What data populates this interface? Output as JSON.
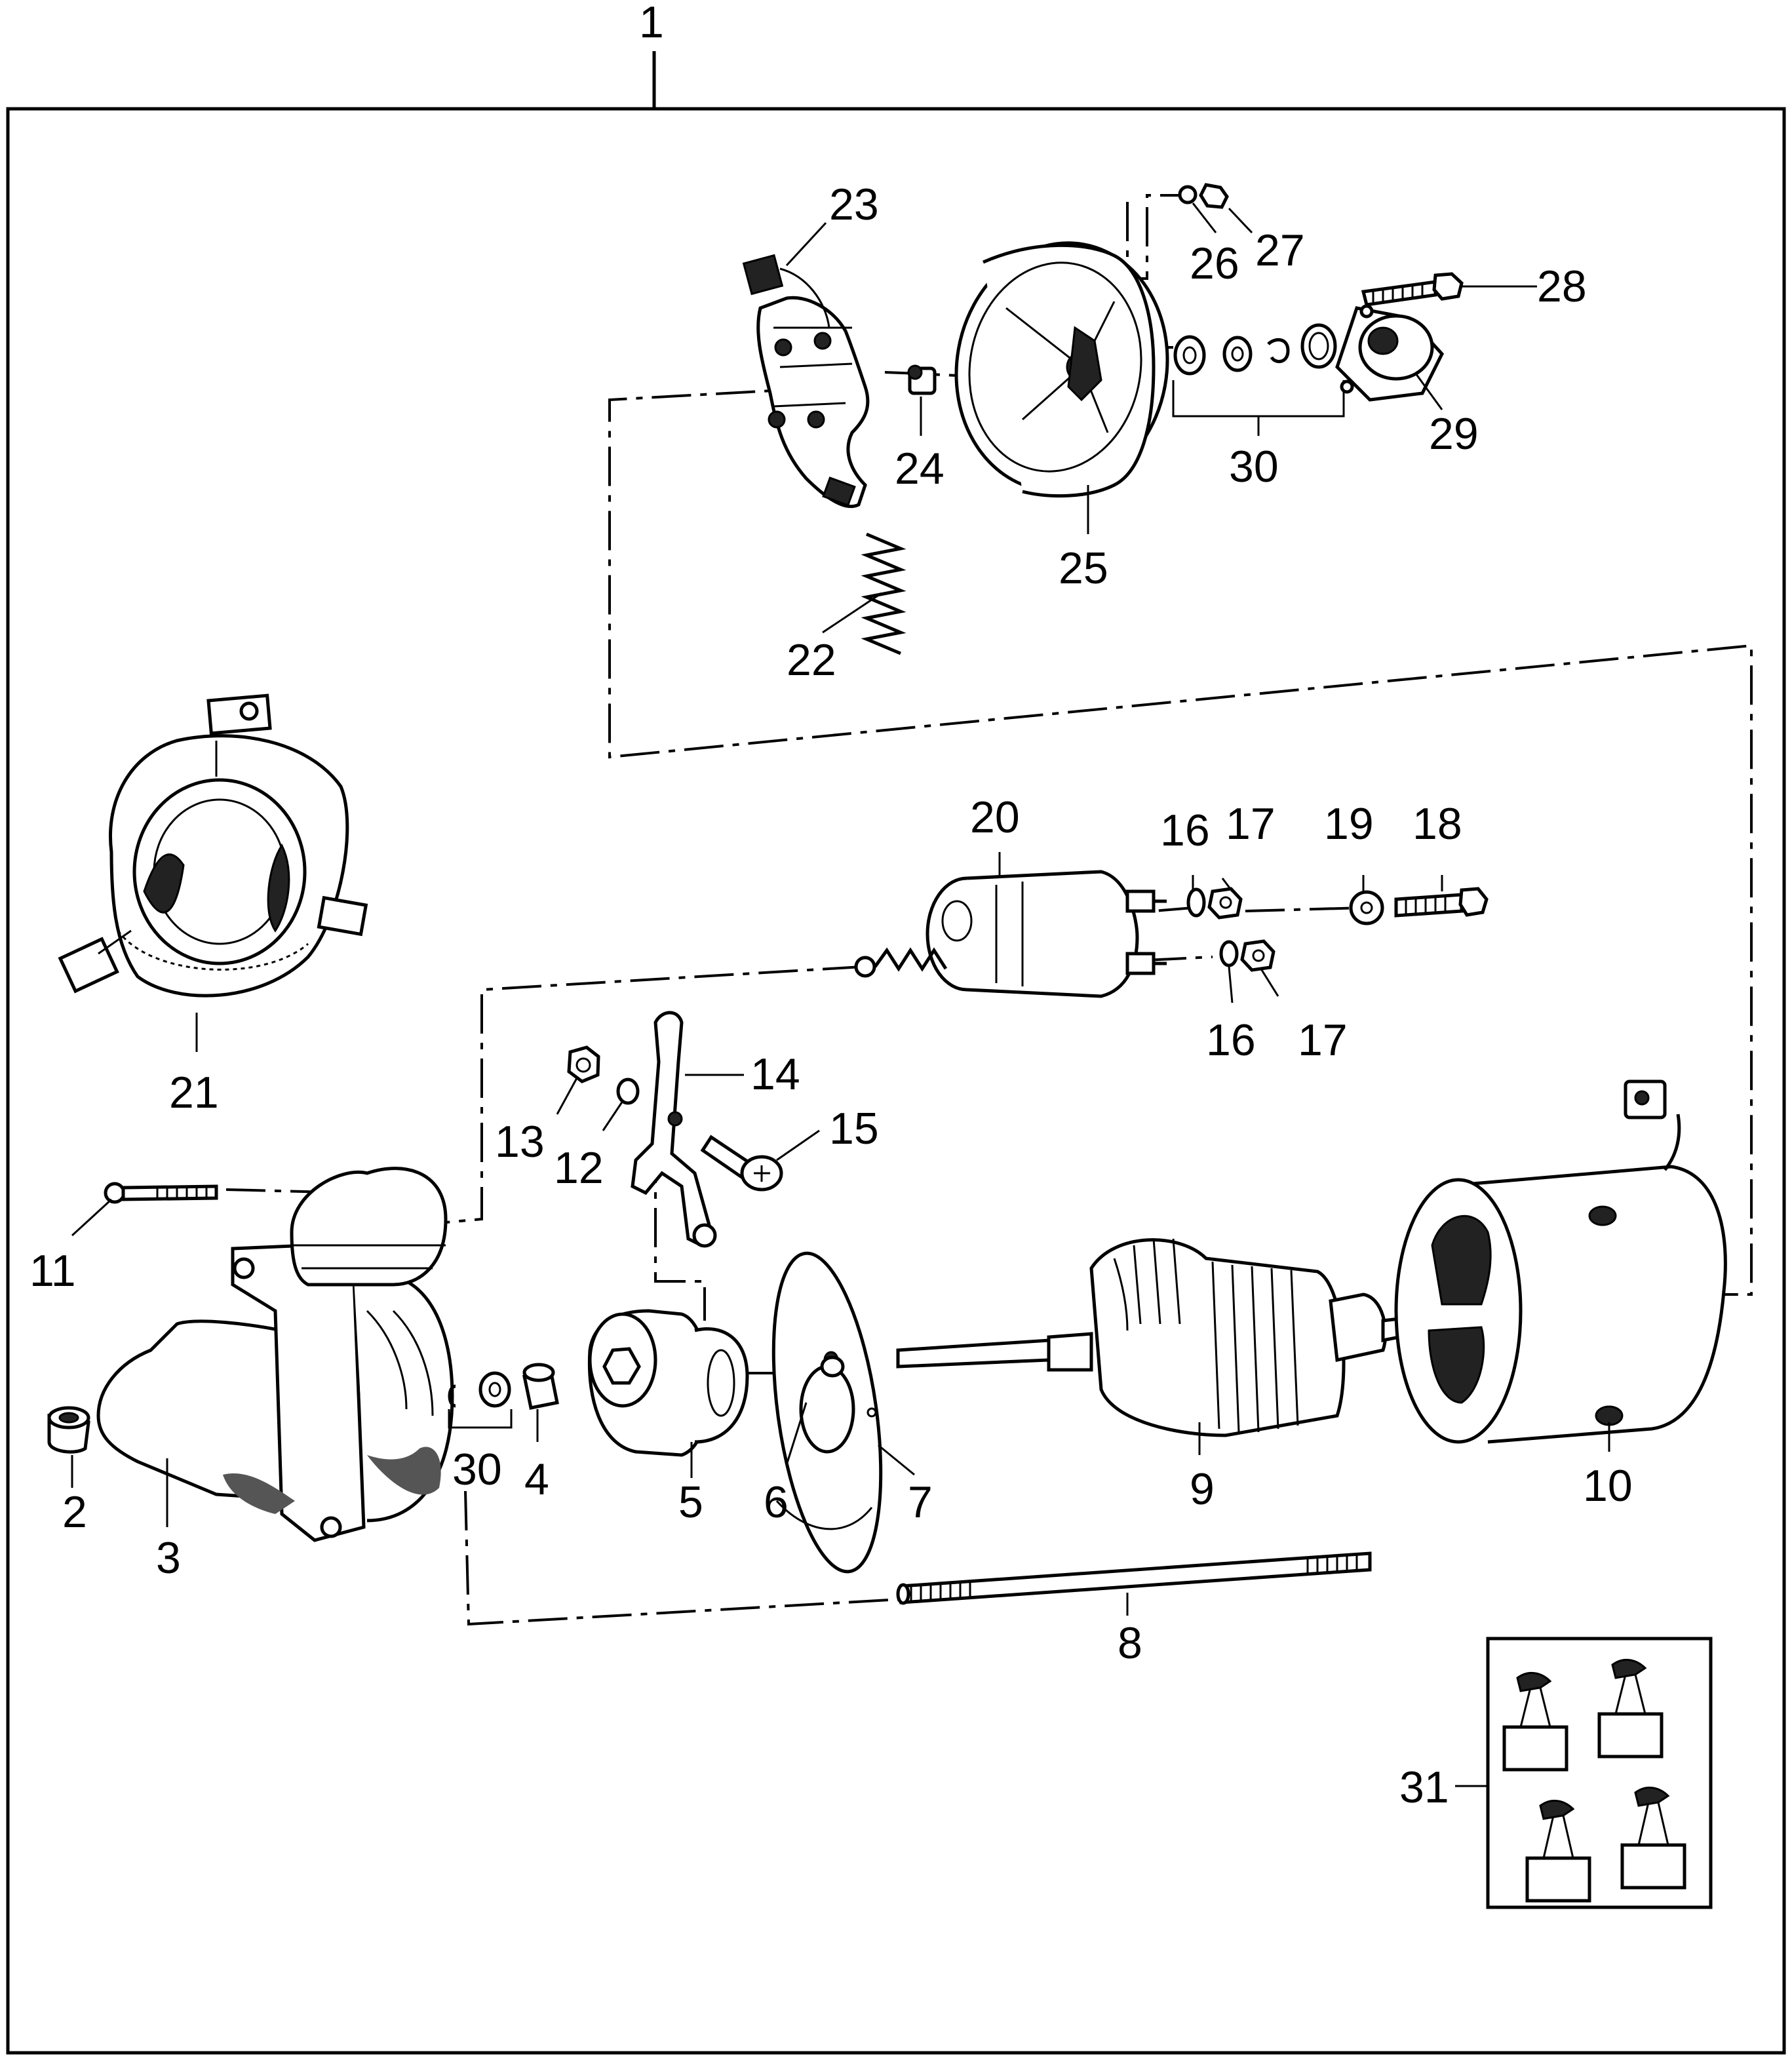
{
  "figure": {
    "callouts": [
      {
        "id": "c1",
        "label": "1"
      },
      {
        "id": "c2",
        "label": "2"
      },
      {
        "id": "c3",
        "label": "3"
      },
      {
        "id": "c4",
        "label": "4"
      },
      {
        "id": "c5",
        "label": "5"
      },
      {
        "id": "c6",
        "label": "6"
      },
      {
        "id": "c7",
        "label": "7"
      },
      {
        "id": "c8",
        "label": "8"
      },
      {
        "id": "c9",
        "label": "9"
      },
      {
        "id": "c10",
        "label": "10"
      },
      {
        "id": "c11",
        "label": "11"
      },
      {
        "id": "c12",
        "label": "12"
      },
      {
        "id": "c13",
        "label": "13"
      },
      {
        "id": "c14",
        "label": "14"
      },
      {
        "id": "c15",
        "label": "15"
      },
      {
        "id": "c16a",
        "label": "16"
      },
      {
        "id": "c16b",
        "label": "16"
      },
      {
        "id": "c17a",
        "label": "17"
      },
      {
        "id": "c17b",
        "label": "17"
      },
      {
        "id": "c18",
        "label": "18"
      },
      {
        "id": "c19",
        "label": "19"
      },
      {
        "id": "c20",
        "label": "20"
      },
      {
        "id": "c21",
        "label": "21"
      },
      {
        "id": "c22",
        "label": "22"
      },
      {
        "id": "c23",
        "label": "23"
      },
      {
        "id": "c24",
        "label": "24"
      },
      {
        "id": "c25",
        "label": "25"
      },
      {
        "id": "c26",
        "label": "26"
      },
      {
        "id": "c27",
        "label": "27"
      },
      {
        "id": "c28",
        "label": "28"
      },
      {
        "id": "c29",
        "label": "29"
      },
      {
        "id": "c30a",
        "label": "30"
      },
      {
        "id": "c30b",
        "label": "30"
      },
      {
        "id": "c31",
        "label": "31"
      }
    ]
  }
}
